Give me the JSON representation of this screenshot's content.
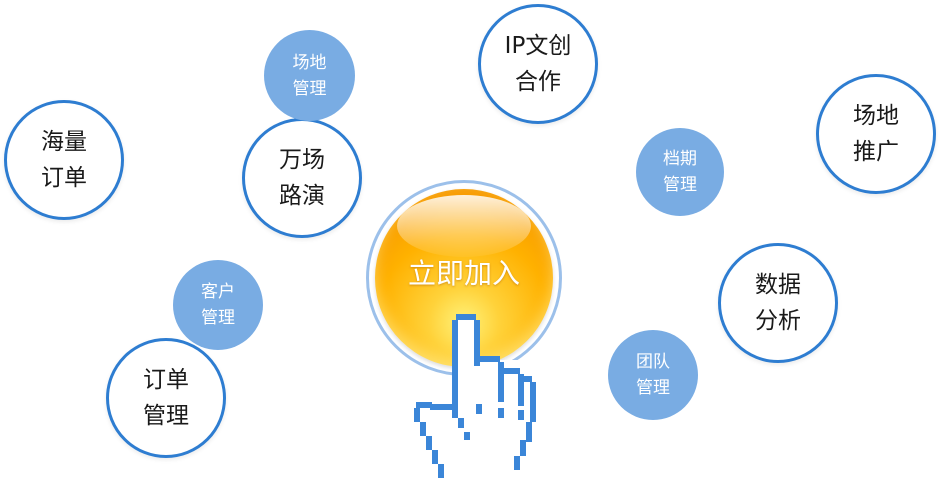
{
  "join_button": {
    "label": "立即加入"
  },
  "outline_bubbles": [
    {
      "id": "haliang",
      "lines": [
        "海量",
        "订单"
      ]
    },
    {
      "id": "wanchang",
      "lines": [
        "万场",
        "路演"
      ]
    },
    {
      "id": "ip",
      "lines": [
        "IP文创",
        "合作"
      ]
    },
    {
      "id": "tuiguang",
      "lines": [
        "场地",
        "推广"
      ]
    },
    {
      "id": "shuju",
      "lines": [
        "数据",
        "分析"
      ]
    },
    {
      "id": "dingdan",
      "lines": [
        "订单",
        "管理"
      ]
    }
  ],
  "filled_bubbles": [
    {
      "id": "changdi",
      "lines": [
        "场地",
        "管理"
      ]
    },
    {
      "id": "dangqi",
      "lines": [
        "档期",
        "管理"
      ]
    },
    {
      "id": "kehu",
      "lines": [
        "客户",
        "管理"
      ]
    },
    {
      "id": "tuandui",
      "lines": [
        "团队",
        "管理"
      ]
    }
  ],
  "colors": {
    "outline_border": "#2e7dd1",
    "filled_bubble": "#79ace3",
    "button_orange": "#ffb100",
    "hand_blue": "#3b86d8"
  },
  "icons": {
    "pointer": "pixel-hand-pointer-icon"
  }
}
